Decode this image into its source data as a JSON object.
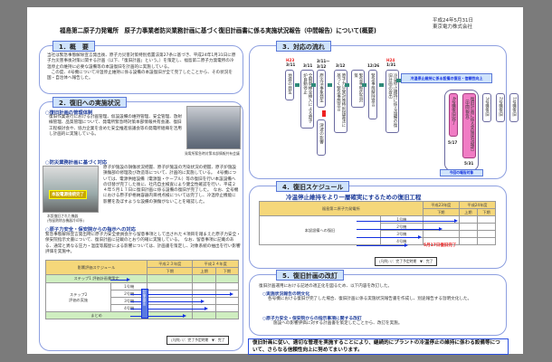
{
  "header": {
    "title": "福島第二原子力発電所　原子力事業者防災業務計画に基づく復旧計画書に係る実施状況報告（中間報告）について(概要)",
    "date": "平成24年5月31日",
    "company": "東京電力株式会社"
  },
  "sec1": {
    "label": "1．概　要",
    "body": "当社は緊急事態解除宣言発出後、原子力災害対策特別措置法第27条に基づき、平成24年1月31日に原子力災害事後対策に関する計画（以下、「復旧計画」という。）を策定し、福島第二原子力発電所の冷温停止の維持に必要な設備等の本設復旧を計画的に実施している。",
    "body2": "この度、4号機について冷温停止維持に係る設備の本設復旧が全て完了したことから、その状況を国・自治体へ報告した。"
  },
  "sec2": {
    "label": "2．復旧への実施状況",
    "h1": "○復旧計画の管理体制",
    "p1": "復旧作業遂行における計画管理、仮設設備の維持管理、安全管理、放射線管理、品質管理について、発電所緊急時対策本部情報共有会議、復旧工程検討会や、協力企業を含めた安全推進協議会等の発電所組織を活用し計画的に実施している。",
    "photo1_caption": "発電所緊急時対策本部情報共有会議",
    "h2": "○防災業務計画に基づく対応",
    "p2": "原子炉施設の損傷状況把握、原子炉施設の汚染状況の把握、原子炉施設損傷部の修理及び改造等について、計画的に実施している。　4号機については、電源供給設備（電源盤・ケーブル）等の復旧を行い本設設備への切替が完了した後に、社内自主検査により健全性確認を行い、平成２４年５月１７日に復旧計画に係る設備の復旧が完了した。　なお、全号機における原子炉格納容器内目視点検については完了し、冷温停止機能に影響を及ぼすような設備の損傷がないことを確認した。",
    "photo2_label": "本設電源接続完了",
    "photo2_caption": "本設復旧された機器",
    "photo2_caption2": "(残留熱除去機器冷却系)",
    "h3": "○原子力安全・保安院からの指示への対応",
    "p3": "緊急事態解除宣言発出時に原子力安全委員会から留意事項として出された４項目を踏まえた原子力安全・保安院指示文書について、復旧計画に記載のとおり的確に実施している。　なお、留意事項に記載のある、通常と異なる圧力・温度等履歴による影響については、計画書を策定し、対象系統の抽出を行い影響評価を実施中。",
    "schedule": {
      "head": "影響評価スケジュール",
      "fy23": "平成２３年度",
      "fy24": "平成２４年度",
      "h2": "下期",
      "h1": "上期",
      "h2b": "下期",
      "step1": "ステップ1",
      "step1sub": "評価計画書策定",
      "step2": "ステップ2",
      "step2sub": "評価の実施",
      "units": [
        "1号機",
        "2号機",
        "3号機",
        "4号機"
      ],
      "summary": "まとめ",
      "center": "計画書提出"
    },
    "legend": "(凡例) ▽：完了予定時期　▼：完了"
  },
  "sec3": {
    "label": "3．対応の流れ",
    "steps": [
      {
        "era": "H23",
        "date": "3/11",
        "text": "地震の発生"
      },
      {
        "era": "",
        "date": "3/11",
        "text": "全制御棒全挿入による原子炉自動停止"
      },
      {
        "era": "",
        "date": "3/11〜3/12",
        "text": "原災法事象発生"
      },
      {
        "era": "",
        "date": "3/12",
        "text": "原子力災害対策特別措置法に基づく緊急事態宣言"
      },
      {
        "era": "",
        "date": "",
        "text": "緊急事態応急対策"
      },
      {
        "era": "",
        "date": "12/26",
        "text": "緊急事態解除宣言"
      },
      {
        "era": "H24",
        "date": "1/31",
        "text": "冷温停止維持に係る設備の復旧計画の提出"
      }
    ],
    "tsunami": "津波の影響",
    "banner": "冷温停止維持に係る設備の復旧・信頼性向上",
    "sub": [
      {
        "text": "4号機復旧完了",
        "date": "5/17"
      },
      {
        "text": "復旧計画に係る実施状況報告（中間報告）",
        "date": "5/31"
      },
      {
        "text": "3号機復旧"
      },
      {
        "text": "2号機復旧"
      },
      {
        "text": "1号機復旧"
      }
    ],
    "target": "今回の報告対象"
  },
  "sec4": {
    "label": "4．復旧スケジュール",
    "heading": "冷温停止維持をより一層確実にするための復旧工程",
    "plant": "福島第二原子力発電所",
    "fy23": "平成23年度",
    "fy24": "平成24年度",
    "h2": "下期",
    "h1": "上期",
    "h2b": "下期",
    "row": "本設設備への復旧",
    "units": [
      "1号機",
      "2号機",
      "3号機",
      "4号機"
    ],
    "done": "5月17日復旧完了",
    "legend": "(凡例) ▽：完了予定時期　▼：完了"
  },
  "sec5": {
    "label": "5．復旧計画の改訂",
    "intro": "復旧計画運用における記述の適正化を図るため、以下内容を改訂した。",
    "h1": "○実施状況報告の明文化",
    "p1": "各号機における復旧が完了した場合、復旧計画に係る実施状況報告書を作成し、別途報告する旨明文化した。",
    "h2": "○原子力安全・保安院からの指示事項に関する改訂",
    "p2": "施設への影響評価に対する計画書を策定したことから、改訂を実施。"
  },
  "message": "復旧計画に従い、適切な管理を実施することにより、継続的にプラントの冷温停止の維持に係わる設備等について、さらなる信頼性向上に努めてまいります。"
}
